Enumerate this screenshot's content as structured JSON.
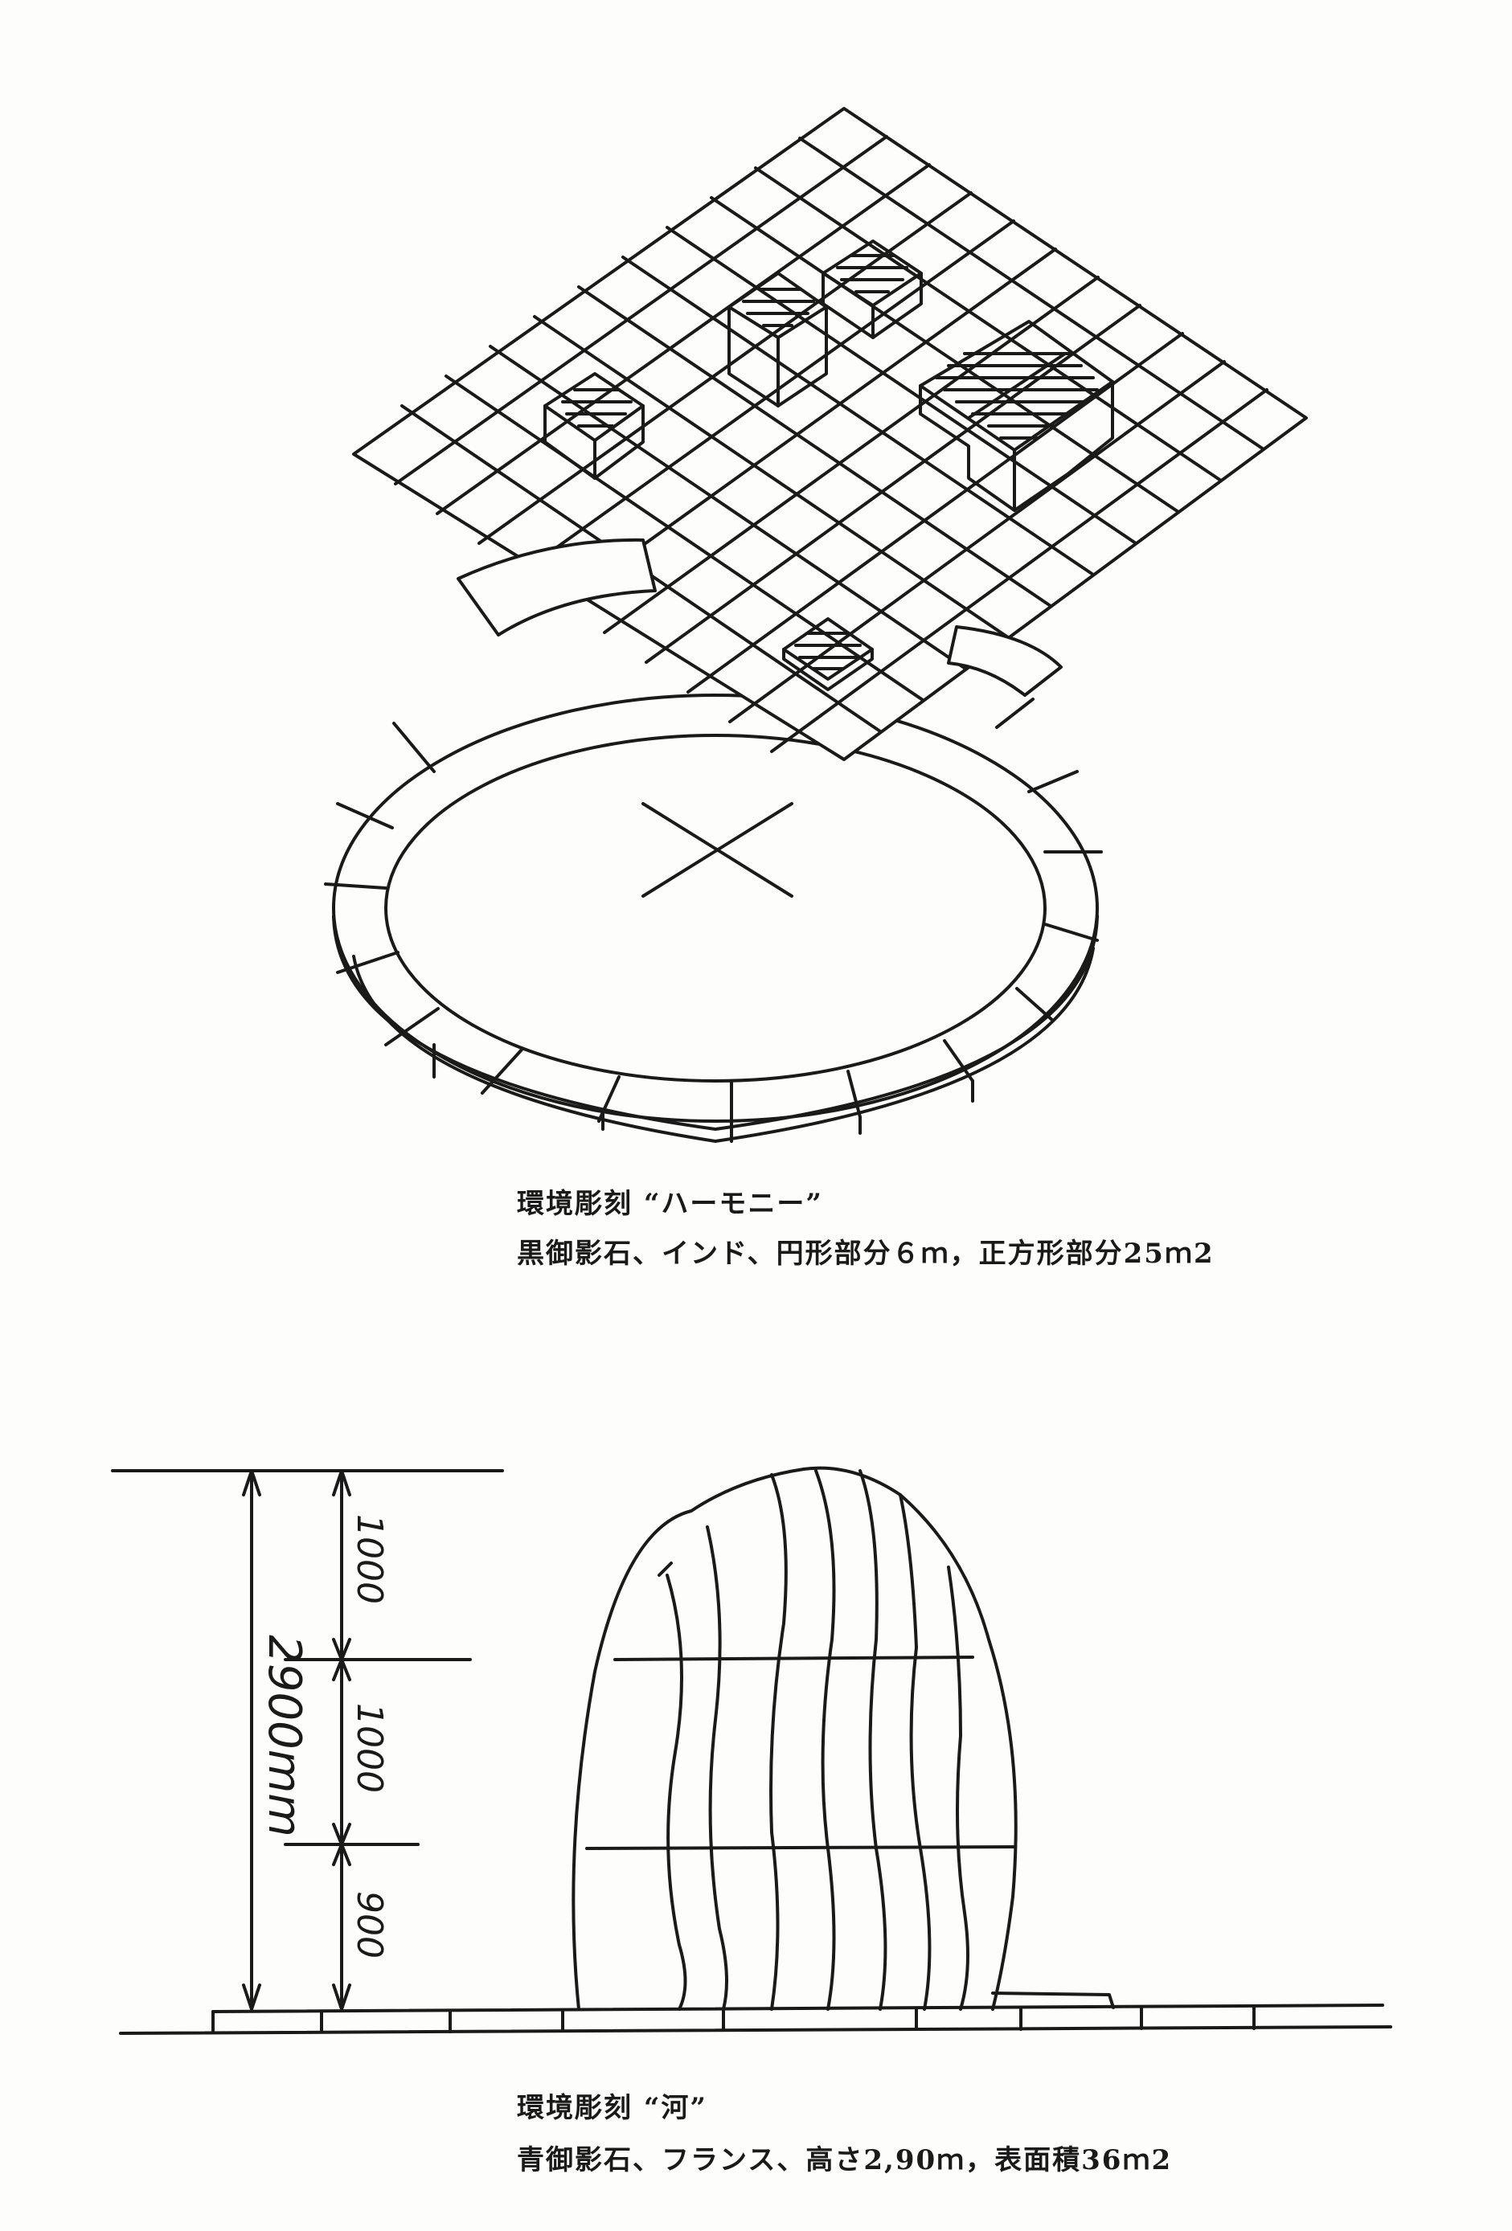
{
  "sculpture1": {
    "title": "環境彫刻 “ハーモニー”",
    "description": "黒御影石、インド、円形部分６ｍ，正方形部分25ｍ2"
  },
  "sculpture2": {
    "title": "環境彫刻 “河”",
    "description": "青御影石、フランス、高さ2,90ｍ，表面積36ｍ2",
    "dimensions": {
      "segments": [
        "1000",
        "1000",
        "900"
      ],
      "total": "2900mm"
    }
  }
}
